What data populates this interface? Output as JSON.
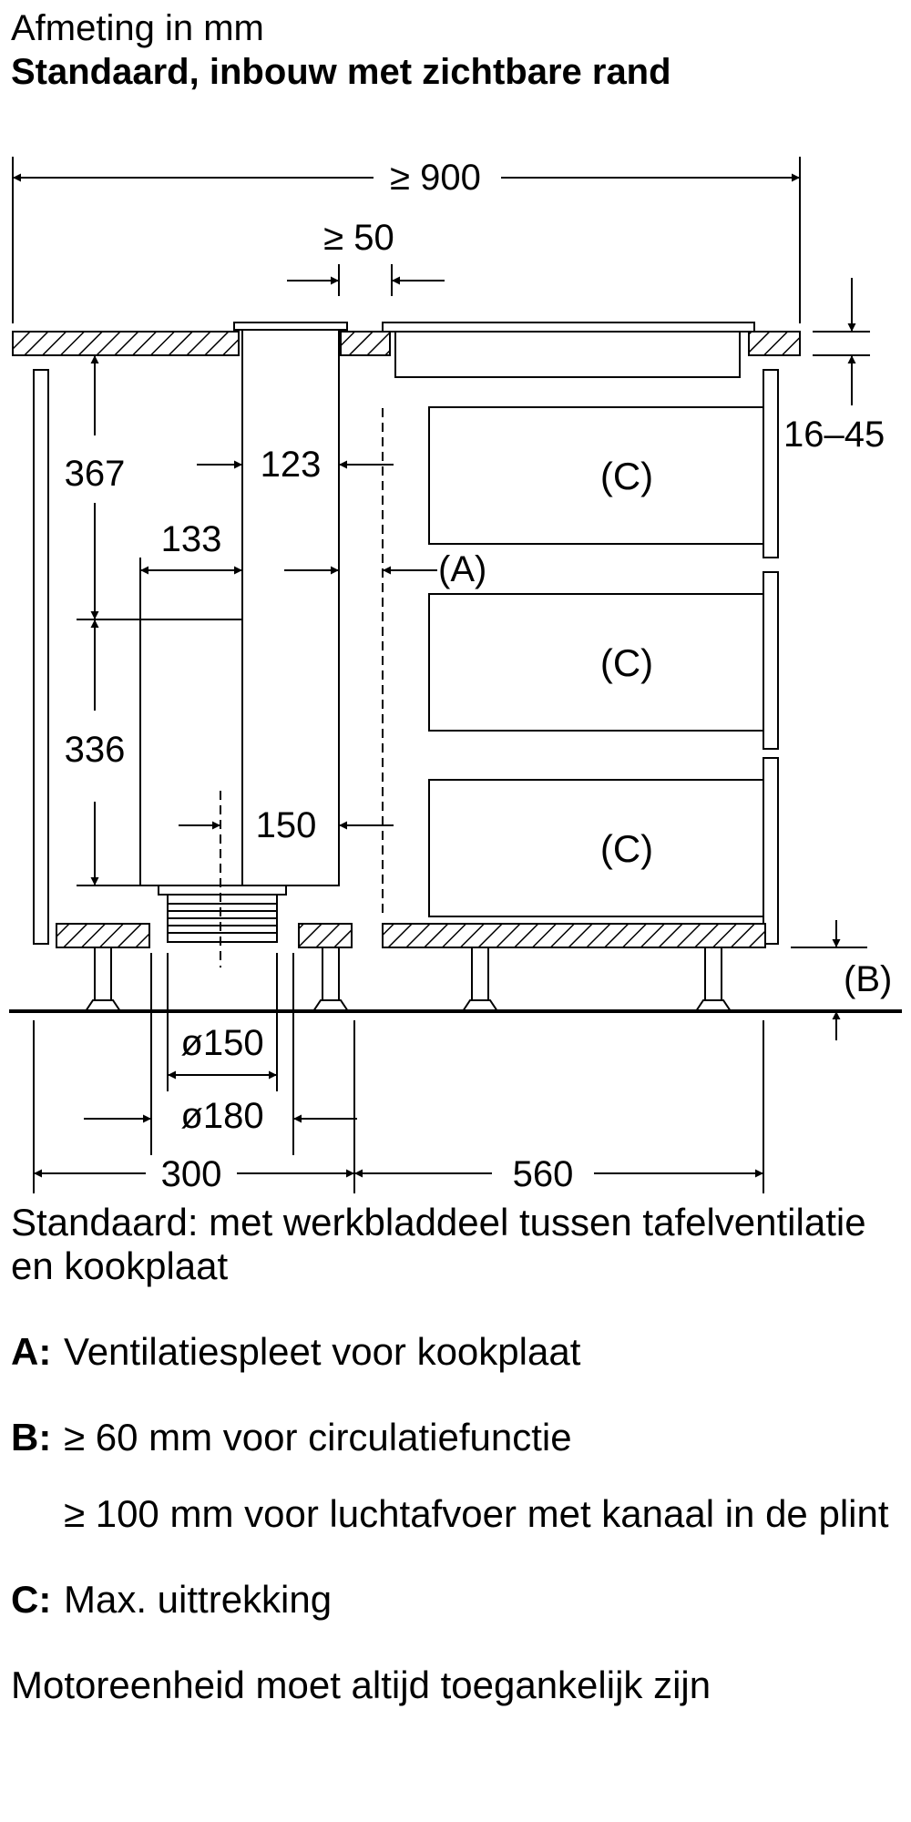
{
  "header": {
    "unit_line": "Afmeting in mm",
    "title": "Standaard, inbouw met zichtbare rand"
  },
  "dimensions": {
    "total_width": "≥ 900",
    "gap": "≥ 50",
    "worktop_thickness": "16–45",
    "height_upper": "367",
    "height_motor": "336",
    "width_motor": "133",
    "width_duct": "123",
    "width_duct_lower": "150",
    "pipe_inner": "ø150",
    "pipe_outer": "ø180",
    "cabinet_left": "300",
    "cabinet_right": "560"
  },
  "labels": {
    "a": "(A)",
    "b": "(B)",
    "c1": "(C)",
    "c2": "(C)",
    "c3": "(C)"
  },
  "notes": {
    "standard": "Standaard: met werkbladdeel tussen tafelventilatie en kookplaat",
    "a_key": "A:",
    "a_text": "Ventilatiespleet voor kookplaat",
    "b_key": "B:",
    "b_text": "≥ 60 mm voor circulatiefunctie",
    "b_text2": "≥ 100 mm voor luchtafvoer met kanaal in de plint",
    "c_key": "C:",
    "c_text": "Max. uittrekking",
    "motor": "Motoreenheid moet altijd toegankelijk zijn"
  }
}
